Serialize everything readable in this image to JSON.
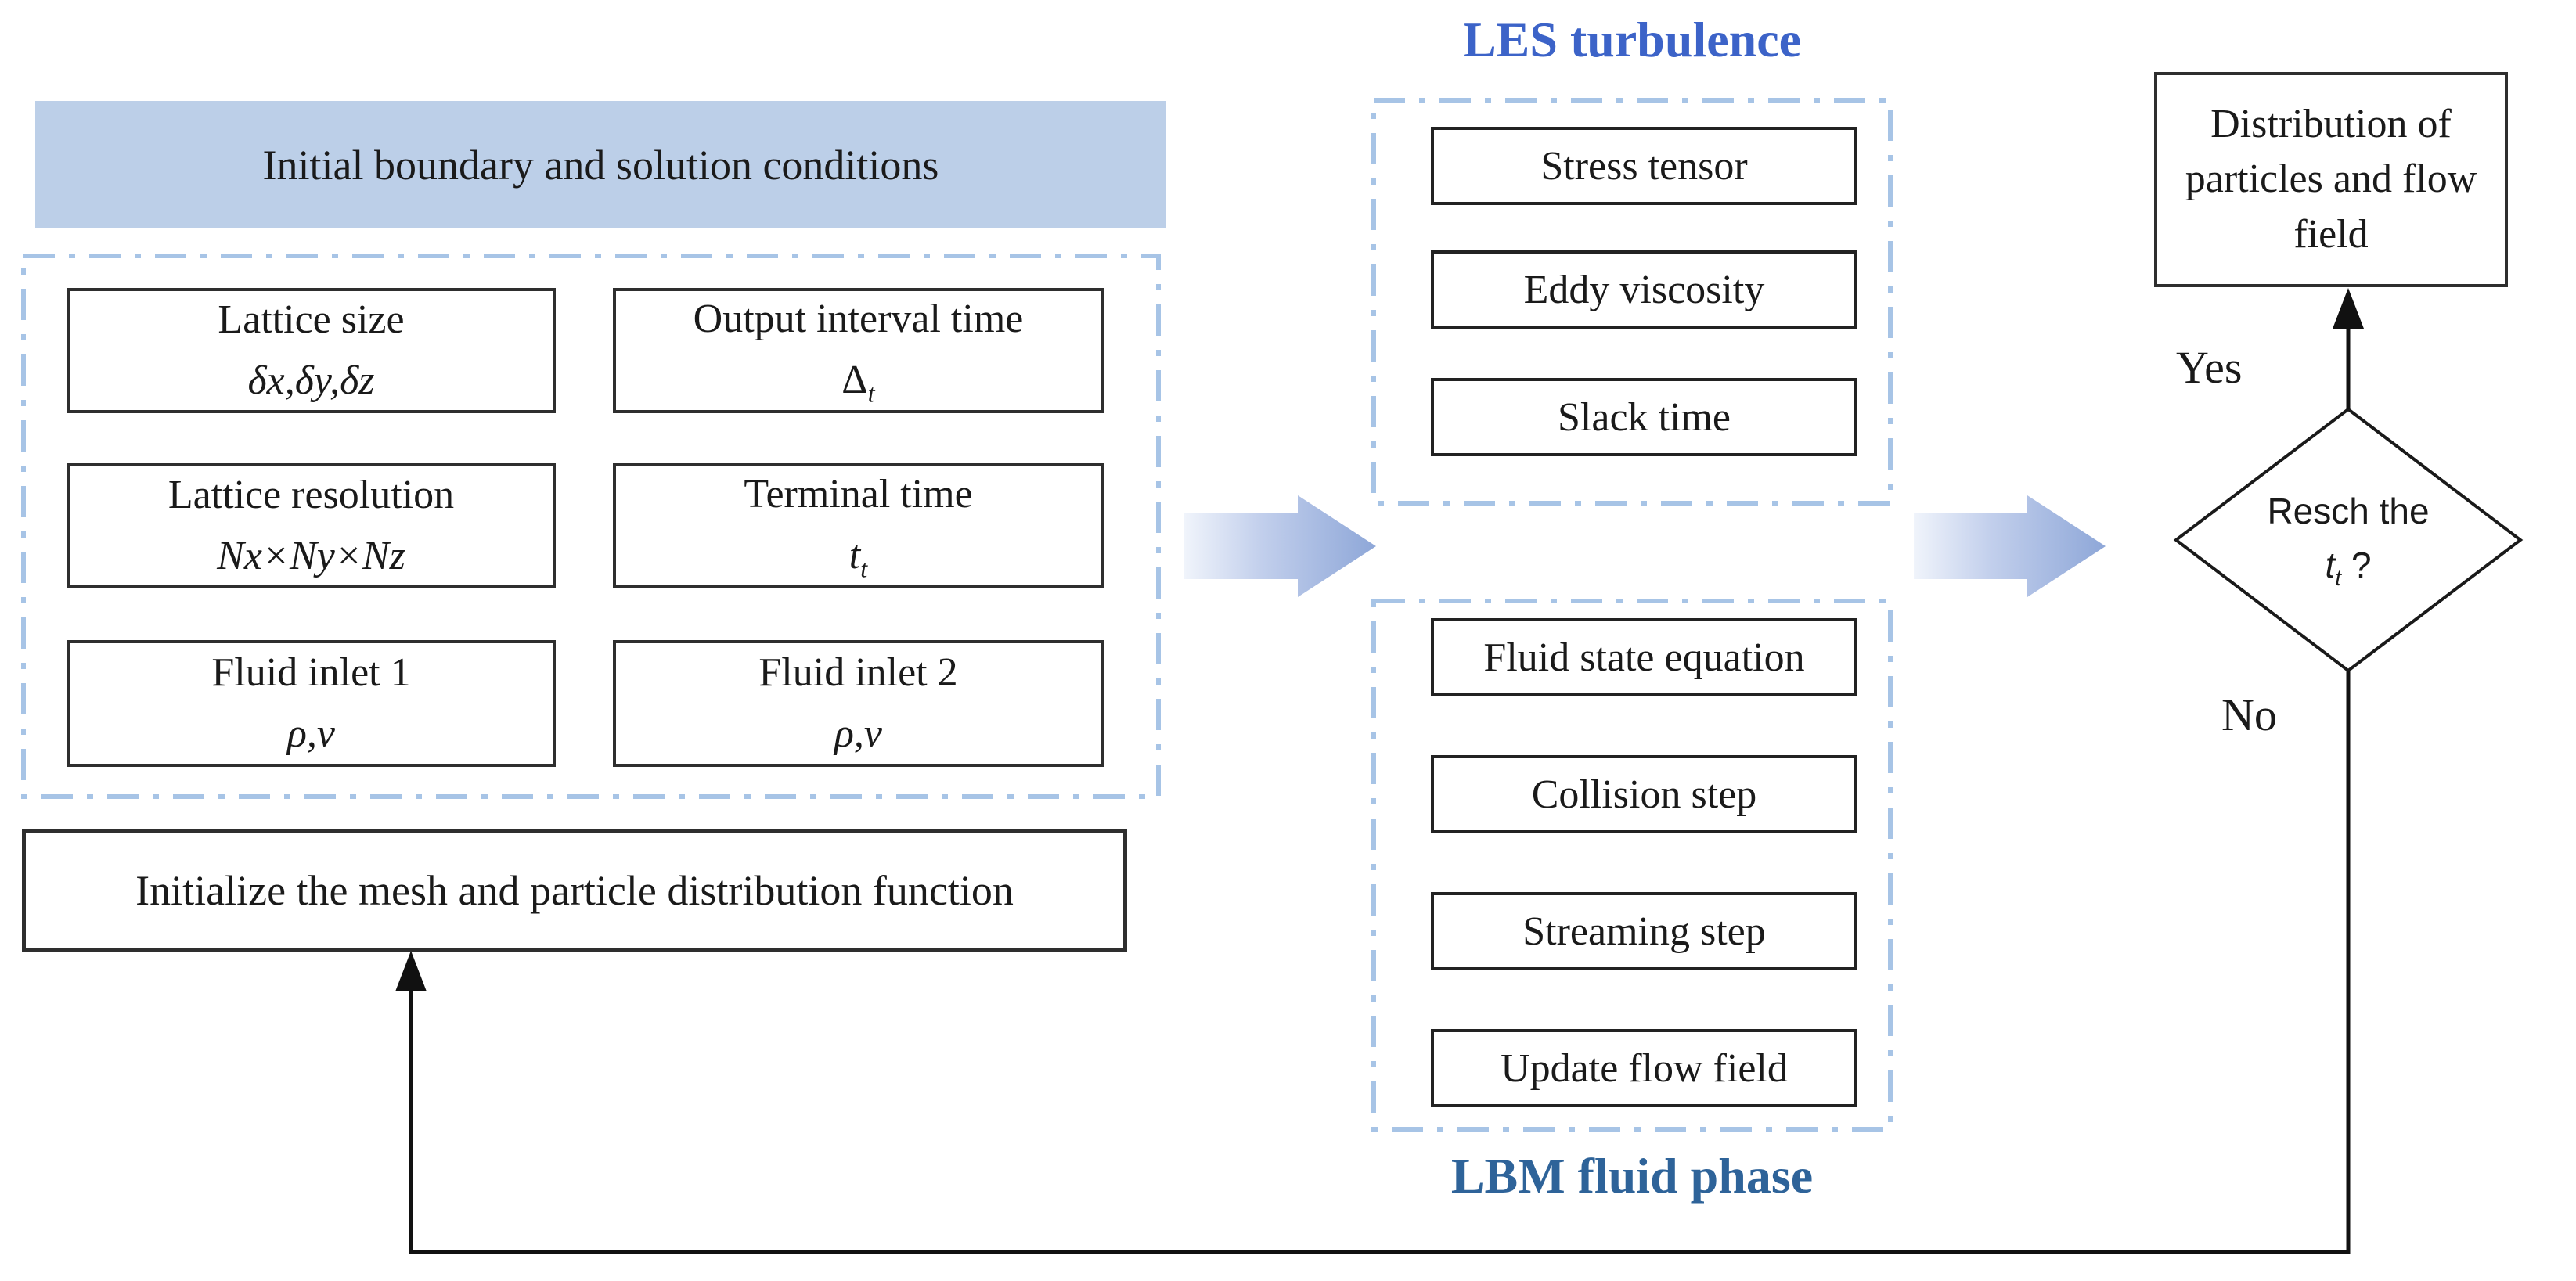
{
  "palette": {
    "header_fill": "#bccfe8",
    "dash_border": "#a7c4e6",
    "arrow_gradient_start": "#f0f4fb",
    "arrow_gradient_end": "#8ea7d8",
    "les_title_color": "#3c63c8",
    "lbm_title_color": "#2e6399",
    "box_border": "#2e2e2e",
    "line_color": "#111111"
  },
  "left": {
    "header": "Initial boundary and solution conditions",
    "boxes": [
      {
        "title": "Lattice size",
        "value": "δx,δy,δz"
      },
      {
        "title": "Output interval time",
        "value_main": "Δ",
        "value_sub": "t"
      },
      {
        "title": "Lattice resolution",
        "value": "Nx×Ny×Nz"
      },
      {
        "title": "Terminal time",
        "value_main": "t",
        "value_sub": "t"
      },
      {
        "title": "Fluid inlet 1",
        "value": "ρ,v"
      },
      {
        "title": "Fluid inlet 2",
        "value": "ρ,v"
      }
    ],
    "initialize": "Initialize the mesh and particle distribution function"
  },
  "les": {
    "title": "LES turbulence",
    "steps": [
      "Stress tensor",
      "Eddy viscosity",
      "Slack time"
    ]
  },
  "lbm": {
    "title": "LBM fluid phase",
    "steps": [
      "Fluid state equation",
      "Collision step",
      "Streaming step",
      "Update flow field"
    ]
  },
  "right": {
    "result": "Distribution of particles and flow field",
    "decision_line1": "Resch the",
    "decision_main": "t",
    "decision_sub": "t",
    "decision_suffix": " ?",
    "yes_label": "Yes",
    "no_label": "No"
  }
}
